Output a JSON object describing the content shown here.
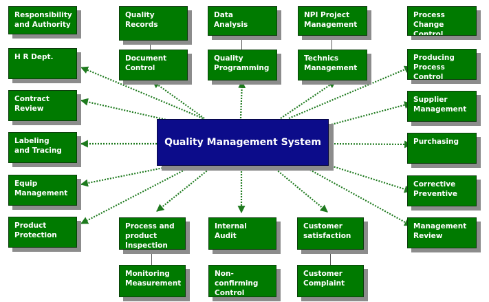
{
  "center": {
    "label": "Quality Management System"
  },
  "boxes": {
    "responsibility": "Responsibility\nand Authority",
    "hr": "H R Dept.",
    "contract": "Contract\nReview",
    "labeling": "Labeling\nand Tracing",
    "equip": "Equip\nManagement",
    "product_protection": "Product\nProtection",
    "quality_records": "Quality\nRecords",
    "document_control": "Document\nControl",
    "data_analysis": "Data\nAnalysis",
    "quality_programming": "Quality\nProgramming",
    "npi": "NPI Project\nManagement",
    "technics": "Technics\nManagement",
    "process_change": "Process\nChange Control",
    "producing": "Producing\nProcess Control",
    "supplier": "Supplier\nManagement",
    "purchasing": "Purchasing",
    "corrective": "Corrective\nPreventive",
    "management_review": "Management\nReview",
    "process_inspection": "Process and\nproduct\nInspection",
    "monitoring": "Monitoring\nMeasurement",
    "internal_audit": "Internal Audit",
    "nonconforming": "Non-confirming\nControl",
    "customer_satisfaction": "Customer\nsatisfaction",
    "customer_complaint": "Customer\nComplaint"
  },
  "colors": {
    "box_fill": "#007a00",
    "center_fill": "#0c0c8a",
    "arrow": "#1e7a1e",
    "shadow": "#8c8c8c"
  }
}
